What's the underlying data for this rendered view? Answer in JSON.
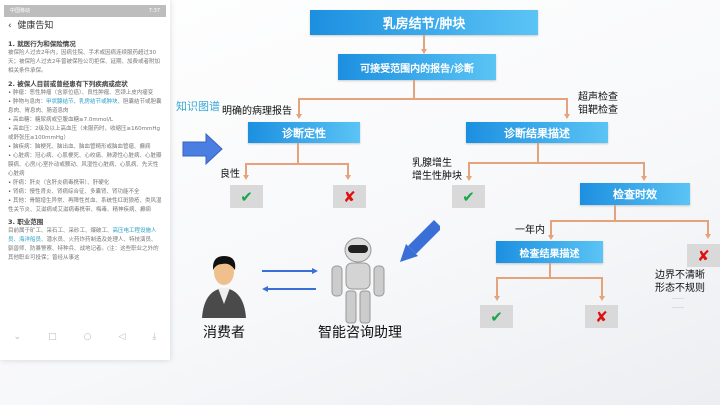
{
  "phone": {
    "status_left": "中国移动",
    "status_right": "7:37",
    "title": "健康告知",
    "sections": [
      {
        "heading": "1. 就医行为和保险情况",
        "text": "被保险人过去2年内，因病住院、手术或因病连续服药超过30天；被保险人过去2年曾被保险公司拒保、延期、加费或者附加相关条件承保。"
      },
      {
        "heading": "2. 被保人目前或曾经患有下列疾病或症状",
        "items": [
          {
            "text": "肿瘤：恶性肿瘤（含原位癌）、良性肿瘤、宫颈上皮内瘤变"
          },
          {
            "prefix": "肿物与息肉：",
            "highlight": "甲状腺结节、乳房结节或肿块",
            "suffix": "、胆囊结节或胆囊息肉、胃息肉、肠道息肉"
          },
          {
            "text": "高血糖：糖尿病或空腹血糖≥7.0mmol/L"
          },
          {
            "text": "高血压：2级及以上高血压（未服药时，收缩压≥160mmHg或舒张压≥100mmHg）"
          },
          {
            "text": "脑疾病：脑梗死、脑出血、脑血管畸形或脑血管瘤、癫痫"
          },
          {
            "text": "心脏病：冠心病、心肌梗死、心绞痛、肺源性心脏病、心脏瓣膜病、心房/心室扑动或颤动、风湿性心脏病、心肌病、先天性心脏病"
          },
          {
            "text": "肝病：肝炎（含肝炎病毒携带）、肝硬化"
          },
          {
            "text": "肾病：慢性肾炎、肾病综合征、多囊肾、肾功能不全"
          },
          {
            "text": "其他：骨髓增生异常、再障性贫血、系统性红斑狼疮、类风湿性关节炎、艾滋病或艾滋病毒携带、梅毒、精神疾病、癫痫"
          }
        ]
      },
      {
        "heading": "3. 职业范围",
        "prefix": "目前属于矿工、采石工、采砂工、爆破工、",
        "highlight": "高压电工程设施人员、海洋船员",
        "suffix": "、潜水员、火药炸药制造及处理人、特技演员、驯兽师、防暴警察、特种兵、战地记者。(注：这些职业之外的其他职业可投保；曾经从事这"
      }
    ],
    "nav_icons": [
      "chevron-down-icon",
      "square-icon",
      "circle-icon",
      "back-triangle-icon",
      "download-icon"
    ]
  },
  "knowledge_graph_label": "知识图谱",
  "flow": {
    "root": "乳房结节/肿块",
    "level2": "可接受范围内的报告/诊断",
    "left_edge_label": "明确的病理报告",
    "right_edge_label_1": "超声检查",
    "right_edge_label_2": "钼靶检查",
    "left_node": "诊断定性",
    "right_node": "诊断结果描述",
    "benign_label": "良性",
    "hyperplasia_label_1": "乳腺增生",
    "hyperplasia_label_2": "增生性肿块",
    "time_node": "检查时效",
    "within_year_label": "一年内",
    "result_node": "检查结果描述",
    "boundary_label_1": "边界不清晰",
    "boundary_label_2": "形态不规则",
    "ellipsis_1": "……",
    "ellipsis_2": "……",
    "accept": "✔",
    "reject": "✘"
  },
  "consumer_label": "消费者",
  "assistant_label": "智能咨询助理",
  "colors": {
    "box_start": "#1c8fe0",
    "box_end": "#5bc4f5",
    "connector": "#e6a27a",
    "accept": "#1aa64a",
    "reject": "#e01010",
    "arrow": "#3a6fd8"
  }
}
